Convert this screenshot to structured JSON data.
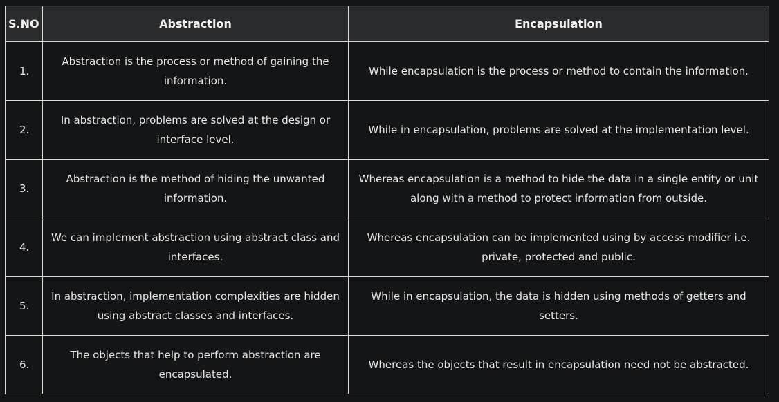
{
  "table": {
    "headers": [
      "S.NO",
      "Abstraction",
      "Encapsulation"
    ],
    "rows": [
      {
        "num": "1.",
        "abstraction": "Abstraction is the process or method of gaining the information.",
        "encapsulation": "While encapsulation is the process or method to contain the information."
      },
      {
        "num": "2.",
        "abstraction": "In abstraction, problems are solved at the design or interface level.",
        "encapsulation": "While in encapsulation, problems are solved at the implementation level."
      },
      {
        "num": "3.",
        "abstraction": "Abstraction is the method of hiding the unwanted information.",
        "encapsulation": "Whereas encapsulation is a method to hide the data in a single entity or unit along with a method to protect information from outside."
      },
      {
        "num": "4.",
        "abstraction": "We can implement abstraction using abstract class and interfaces.",
        "encapsulation": "Whereas encapsulation can be implemented using by access modifier i.e. private, protected and public."
      },
      {
        "num": "5.",
        "abstraction": "In abstraction, implementation complexities are hidden using abstract classes and interfaces.",
        "encapsulation": "While in encapsulation, the data is hidden using methods of getters and setters."
      },
      {
        "num": "6.",
        "abstraction": "The objects that help to perform abstraction are encapsulated.",
        "encapsulation": "Whereas the objects that result in encapsulation need not be abstracted."
      }
    ]
  }
}
